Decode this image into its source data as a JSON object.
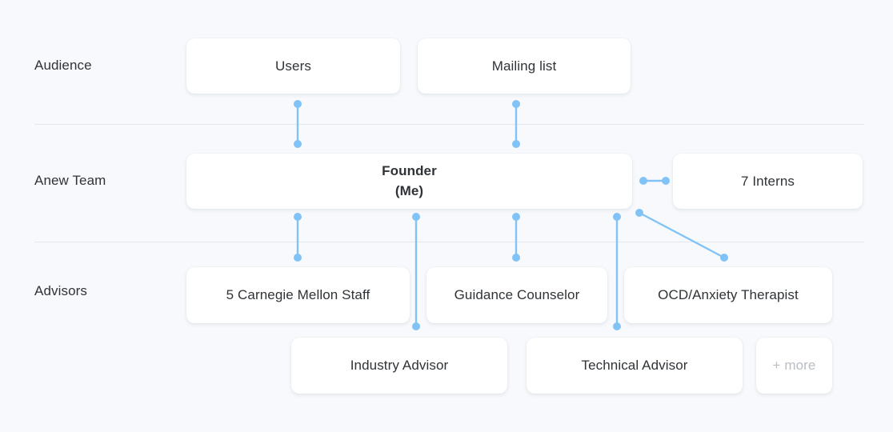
{
  "theme": {
    "background": "#f8f9fc",
    "card_background": "#ffffff",
    "text_color": "#2f3337",
    "muted_text_color": "#b9bdc4",
    "connector_color": "#82c3f7",
    "divider_color": "#e4e7ec"
  },
  "rows": [
    {
      "label": "Audience"
    },
    {
      "label": "Anew Team"
    },
    {
      "label": "Advisors"
    }
  ],
  "nodes": {
    "users": {
      "label": "Users"
    },
    "mailing_list": {
      "label": "Mailing list"
    },
    "founder": {
      "line1": "Founder",
      "line2": "(Me)"
    },
    "interns": {
      "label": "7 Interns"
    },
    "carnegie_mellon": {
      "label": "5 Carnegie Mellon Staff"
    },
    "guidance_counselor": {
      "label": "Guidance Counselor"
    },
    "ocd_therapist": {
      "label": "OCD/Anxiety Therapist"
    },
    "industry_advisor": {
      "label": "Industry Advisor"
    },
    "technical_advisor": {
      "label": "Technical Advisor"
    },
    "more": {
      "label": "+ more"
    }
  },
  "connections": [
    {
      "from": "founder",
      "to": "users"
    },
    {
      "from": "founder",
      "to": "mailing_list"
    },
    {
      "from": "founder",
      "to": "interns"
    },
    {
      "from": "founder",
      "to": "carnegie_mellon"
    },
    {
      "from": "founder",
      "to": "guidance_counselor"
    },
    {
      "from": "founder",
      "to": "industry_advisor"
    },
    {
      "from": "founder",
      "to": "technical_advisor"
    },
    {
      "from": "founder",
      "to": "ocd_therapist"
    }
  ]
}
